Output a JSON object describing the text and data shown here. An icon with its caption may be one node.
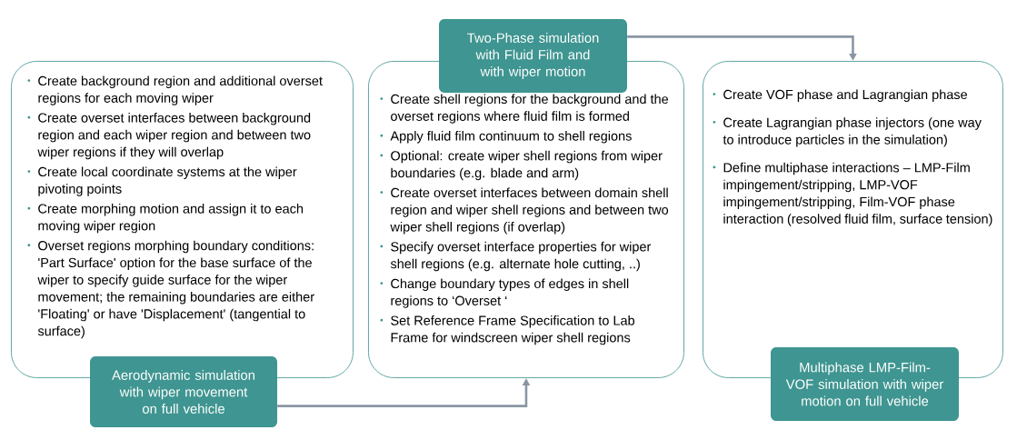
{
  "diagram": {
    "nodes": [
      {
        "text": [
          "Create background region and additional overset regions for each moving wiper",
          "Create overset interfaces between background region and each wiper region and between two wiper regions if they will overlap",
          "Create local coordinate systems at the wiper pivoting points",
          "Create morphing motion and assign it to each moving wiper region",
          "Overset regions morphing boundary conditions: 'Part Surface' option for the base surface of the wiper to specify guide surface for the wiper movement; the remaining boundaries are either 'Floating' or have 'Displacement' (tangential to surface)"
        ]
      },
      {
        "text": [
          "Create shell regions for the background and the overset regions where fluid film is formed",
          "Apply fluid film continuum to shell regions",
          "Optional: create wiper shell regions from wiper boundaries (e.g. blade and arm)",
          "Create overset interfaces between domain shell region and wiper shell regions and between two wiper shell regions (if overlap)",
          "Specify overset interface properties for wiper shell regions (e.g. alternate hole cutting, ..)",
          "Change boundary types of edges in shell regions to ‘Overset ‘",
          "Set Reference Frame Specification to Lab Frame for windscreen wiper shell regions"
        ]
      },
      {
        "text": [
          "Create VOF phase and Lagrangian phase",
          "Create Lagrangian phase injectors (one way to introduce particles in the simulation)",
          "Define multiphase interactions – LMP-Film impingement/stripping, LMP-VOF impingement/stripping, Film-VOF phase interaction (resolved fluid film, surface tension)"
        ]
      },
      {
        "text": [
          "Aerodynamic simulation with wiper movement on full vehicle"
        ]
      },
      {
        "text": [
          "Two-Phase simulation with Fluid Film and with wiper motion"
        ]
      },
      {
        "text": [
          "Multiphase LMP-Film-VOF simulation with wiper motion on full vehicle"
        ]
      }
    ],
    "edges": [
      {
        "from": 3,
        "to": 1,
        "arrow": "to"
      },
      {
        "from": 4,
        "to": 2,
        "arrow": "to"
      }
    ]
  }
}
